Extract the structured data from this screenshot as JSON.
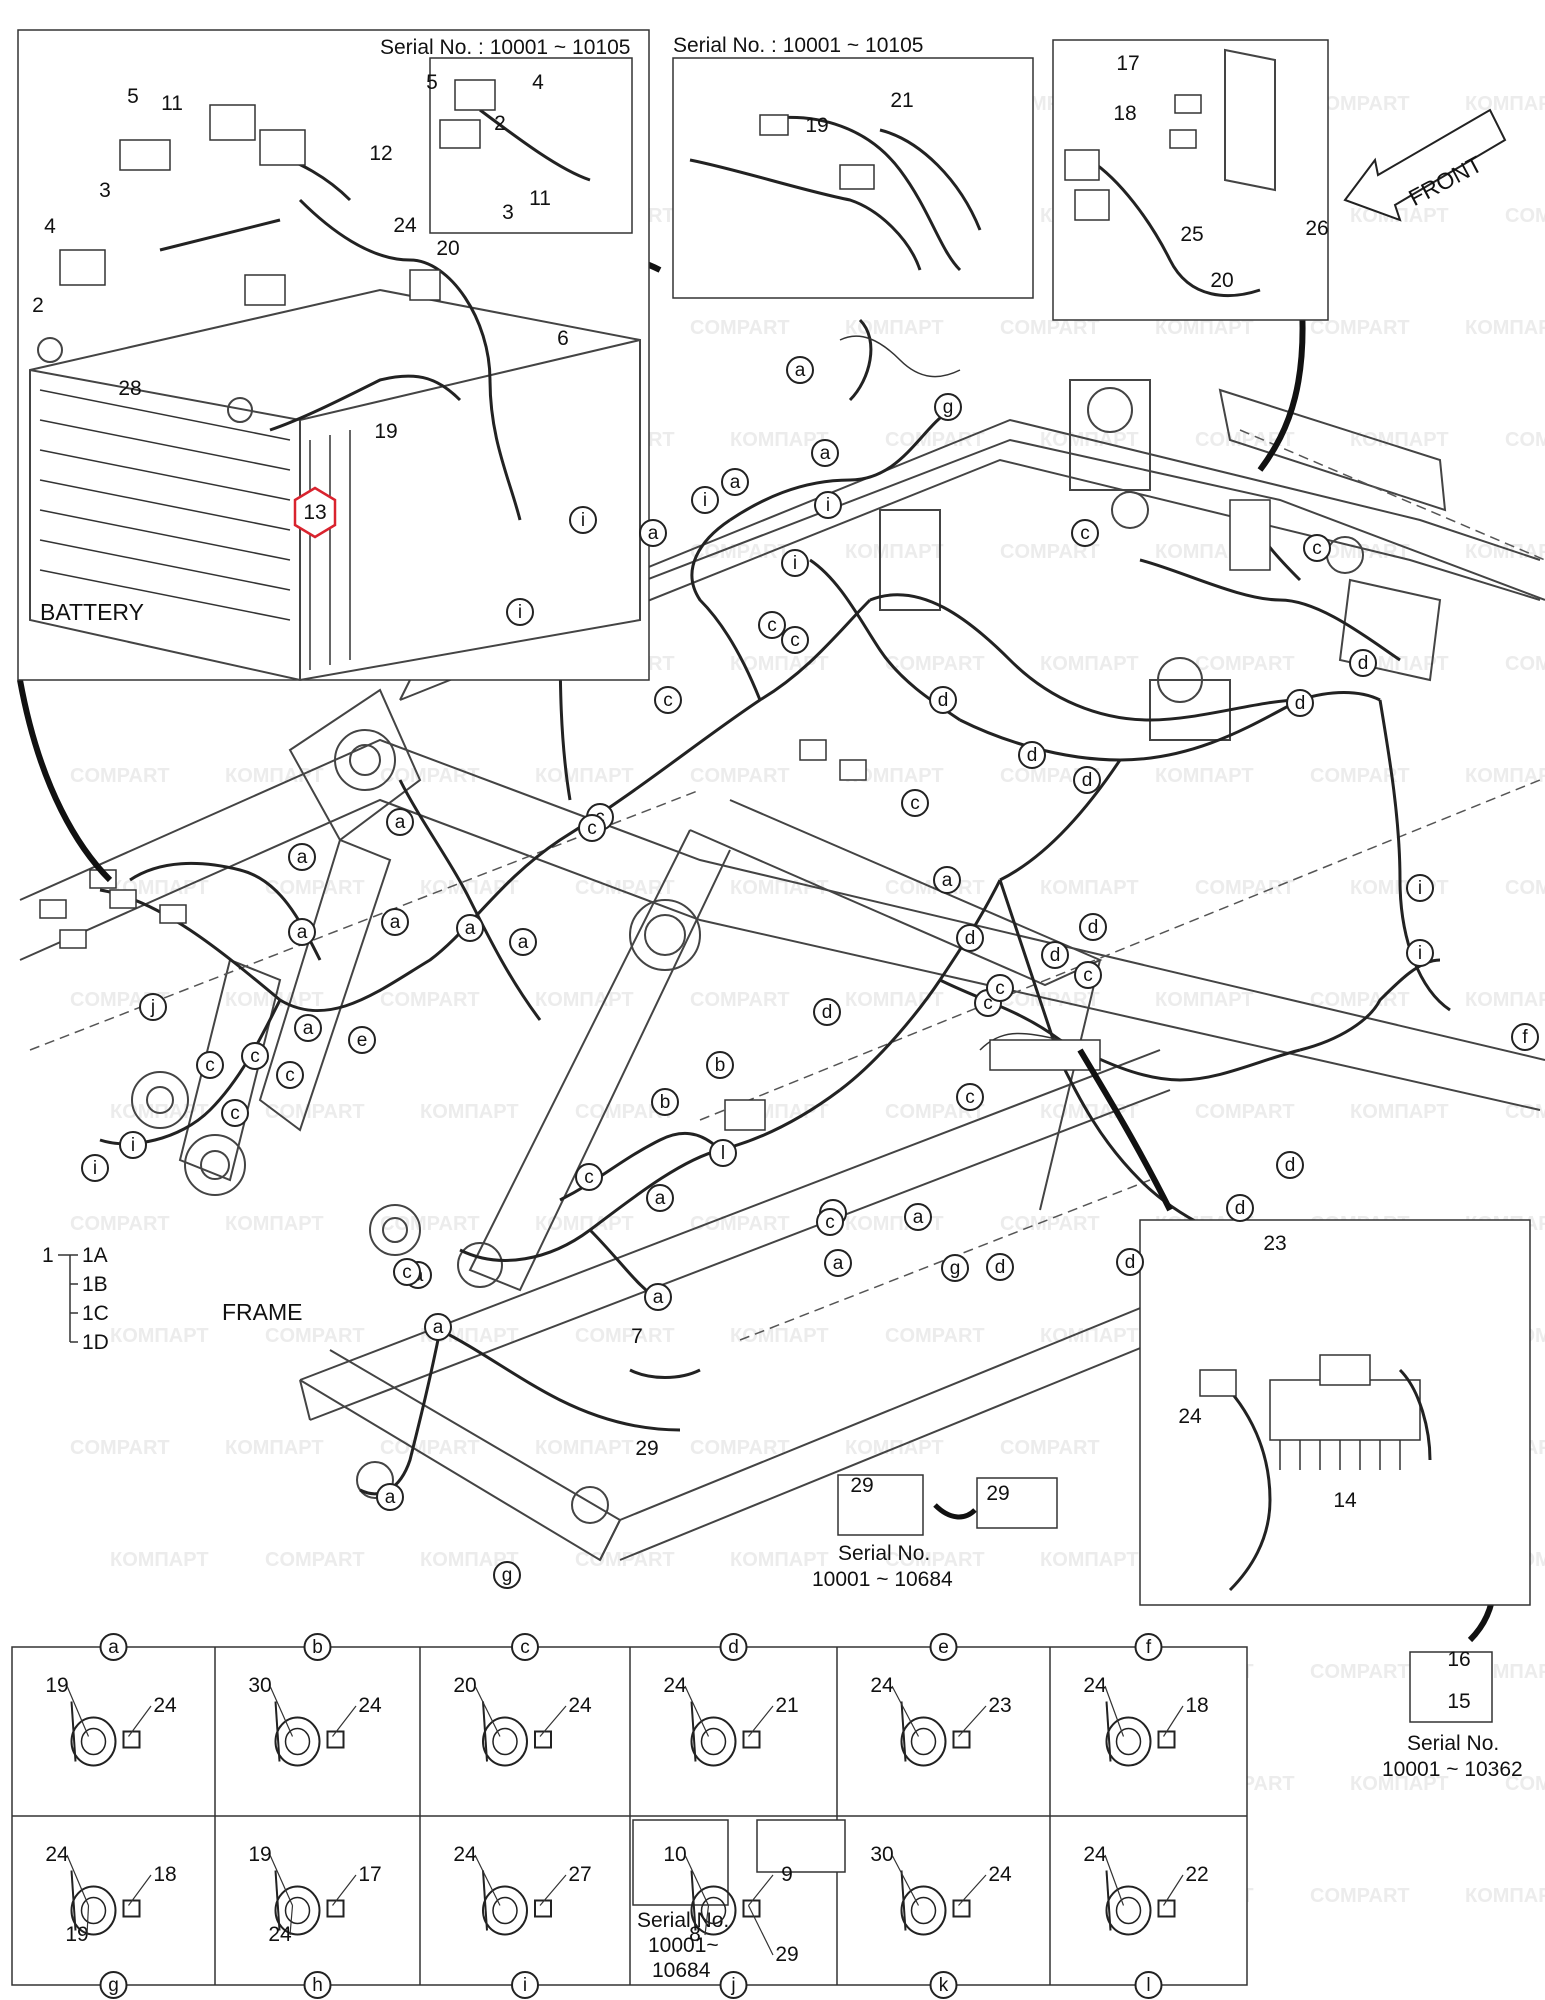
{
  "labels": {
    "serial_top_left": "Serial No. : 10001 ~ 10105",
    "serial_top_middle": "Serial No. : 10001 ~ 10105",
    "battery": "BATTERY",
    "frame": "FRAME",
    "front": "FRONT",
    "serial_29": "Serial No.",
    "serial_29_range": "10001 ~ 10684",
    "serial_16": "Serial No.",
    "serial_16_range": "10001 ~ 10362",
    "serial_j": "Serial No.",
    "serial_j_range1": "10001~",
    "serial_j_range2": "10684",
    "part_1": "1",
    "part_1a": "1A",
    "part_1b": "1B",
    "part_1c": "1C",
    "part_1d": "1D",
    "highlight_part": "13"
  },
  "watermarks": [
    "COMPART",
    "КОМПАРТ"
  ],
  "accent_color": "#d9232e",
  "callouts": [
    "a",
    "a",
    "a",
    "a",
    "a",
    "a",
    "a",
    "a",
    "a",
    "a",
    "a",
    "a",
    "a",
    "a",
    "a",
    "a",
    "a",
    "a",
    "a",
    "a",
    "b",
    "b",
    "c",
    "c",
    "c",
    "c",
    "c",
    "c",
    "c",
    "c",
    "c",
    "c",
    "c",
    "c",
    "c",
    "c",
    "c",
    "c",
    "c",
    "c",
    "c",
    "d",
    "d",
    "d",
    "d",
    "d",
    "d",
    "d",
    "d",
    "d",
    "d",
    "d",
    "d",
    "d",
    "e",
    "f",
    "g",
    "g",
    "g",
    "i",
    "i",
    "i",
    "i",
    "i",
    "i",
    "i",
    "i",
    "i",
    "j",
    "l"
  ],
  "part_numbers": [
    "2",
    "3",
    "4",
    "5",
    "6",
    "7",
    "11",
    "12",
    "19",
    "20",
    "24",
    "28",
    "29",
    "2",
    "3",
    "4",
    "5",
    "11",
    "17",
    "18",
    "19",
    "20",
    "21",
    "23",
    "24",
    "25",
    "26",
    "14"
  ],
  "detail_panels": [
    {
      "letter": "a",
      "parts": [
        "19",
        "24"
      ]
    },
    {
      "letter": "b",
      "parts": [
        "30",
        "24"
      ]
    },
    {
      "letter": "c",
      "parts": [
        "20",
        "24"
      ]
    },
    {
      "letter": "d",
      "parts": [
        "24",
        "21"
      ]
    },
    {
      "letter": "e",
      "parts": [
        "24",
        "23"
      ]
    },
    {
      "letter": "f",
      "parts": [
        "24",
        "18"
      ]
    },
    {
      "letter": "g",
      "parts": [
        "24",
        "18",
        "19"
      ]
    },
    {
      "letter": "h",
      "parts": [
        "19",
        "17",
        "24"
      ]
    },
    {
      "letter": "i",
      "parts": [
        "24",
        "27"
      ]
    },
    {
      "letter": "j",
      "parts": [
        "10",
        "9",
        "8",
        "29"
      ]
    },
    {
      "letter": "k",
      "parts": [
        "30",
        "24"
      ]
    },
    {
      "letter": "l",
      "parts": [
        "24",
        "22"
      ]
    }
  ],
  "extra_parts": [
    "16",
    "15",
    "29",
    "29"
  ]
}
